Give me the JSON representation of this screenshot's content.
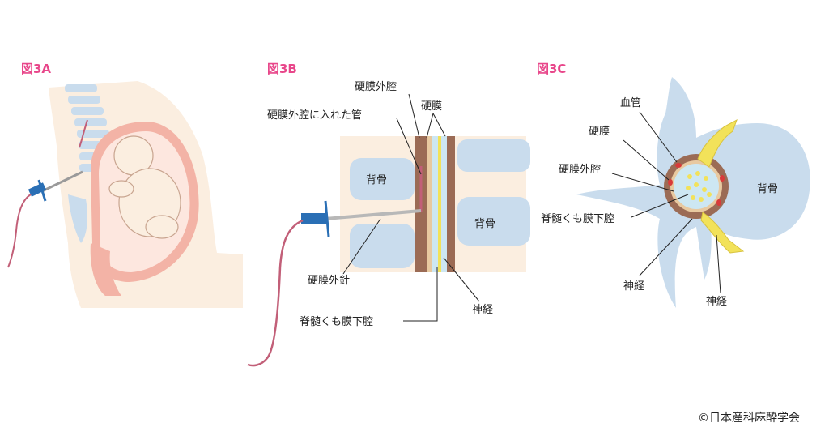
{
  "figures": {
    "a": {
      "title": "図3A"
    },
    "b": {
      "title": "図3B",
      "label_epidural_space": "硬膜外腔",
      "label_dura": "硬膜",
      "label_catheter": "硬膜外腔に入れた管",
      "label_vertebra_1": "背骨",
      "label_vertebra_2": "背骨",
      "label_needle": "硬膜外針",
      "label_subarachnoid": "脊髄くも膜下腔",
      "label_nerve": "神経"
    },
    "c": {
      "title": "図3C",
      "label_vessel": "血管",
      "label_dura": "硬膜",
      "label_epidural_space": "硬膜外腔",
      "label_vertebra": "背骨",
      "label_subarachnoid": "脊髄くも膜下腔",
      "label_nerve_left": "神経",
      "label_nerve_right": "神経"
    }
  },
  "copyright": "©日本産科麻酔学会",
  "colors": {
    "title_pink": "#e8468a",
    "skin": "#fbeee0",
    "bone": "#c9dced",
    "uterus": "#f3b3a6",
    "dura_brown": "#9b6b55",
    "nerve_yellow": "#f2e25a",
    "needle_blue": "#2a6fb5",
    "catheter": "#c25f78"
  }
}
